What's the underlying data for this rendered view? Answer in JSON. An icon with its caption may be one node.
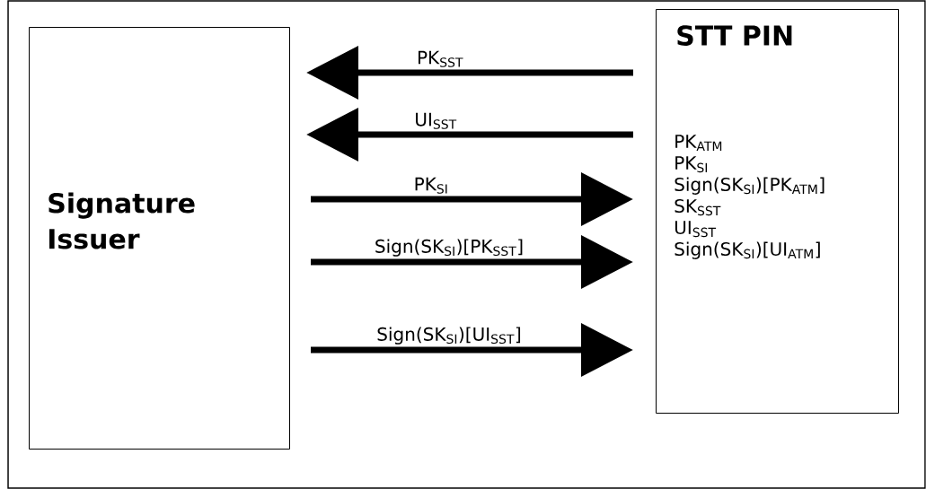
{
  "diagram": {
    "nodes": [
      {
        "text": [
          "Signature Issuer"
        ]
      },
      {
        "text": [
          "STT PIN",
          "PK$_{ATM}$",
          "PK$_{SI}$",
          "Sign(SK$_{SI}$)[PK$_{ATM}$]",
          "SK$_{SST}$",
          "UI$_{SST}$",
          "Sign(SK$_{SI}$)[UI$_{ATM}$]"
        ]
      }
    ],
    "edges": [
      {
        "from": 1,
        "to": 0,
        "arrow": "to",
        "label": "PK$_{SST}$"
      },
      {
        "from": 1,
        "to": 0,
        "arrow": "to",
        "label": "UI$_{SST}$"
      },
      {
        "from": 0,
        "to": 1,
        "arrow": "to",
        "label": "PK$_{SI}$"
      },
      {
        "from": 0,
        "to": 1,
        "arrow": "to",
        "label": "Sign(SK$_{SI}$)[PK$_{SST}$]"
      },
      {
        "from": 0,
        "to": 1,
        "arrow": "to",
        "label": "Sign(SK$_{SI}$)[UI$_{SST}$]"
      }
    ]
  }
}
